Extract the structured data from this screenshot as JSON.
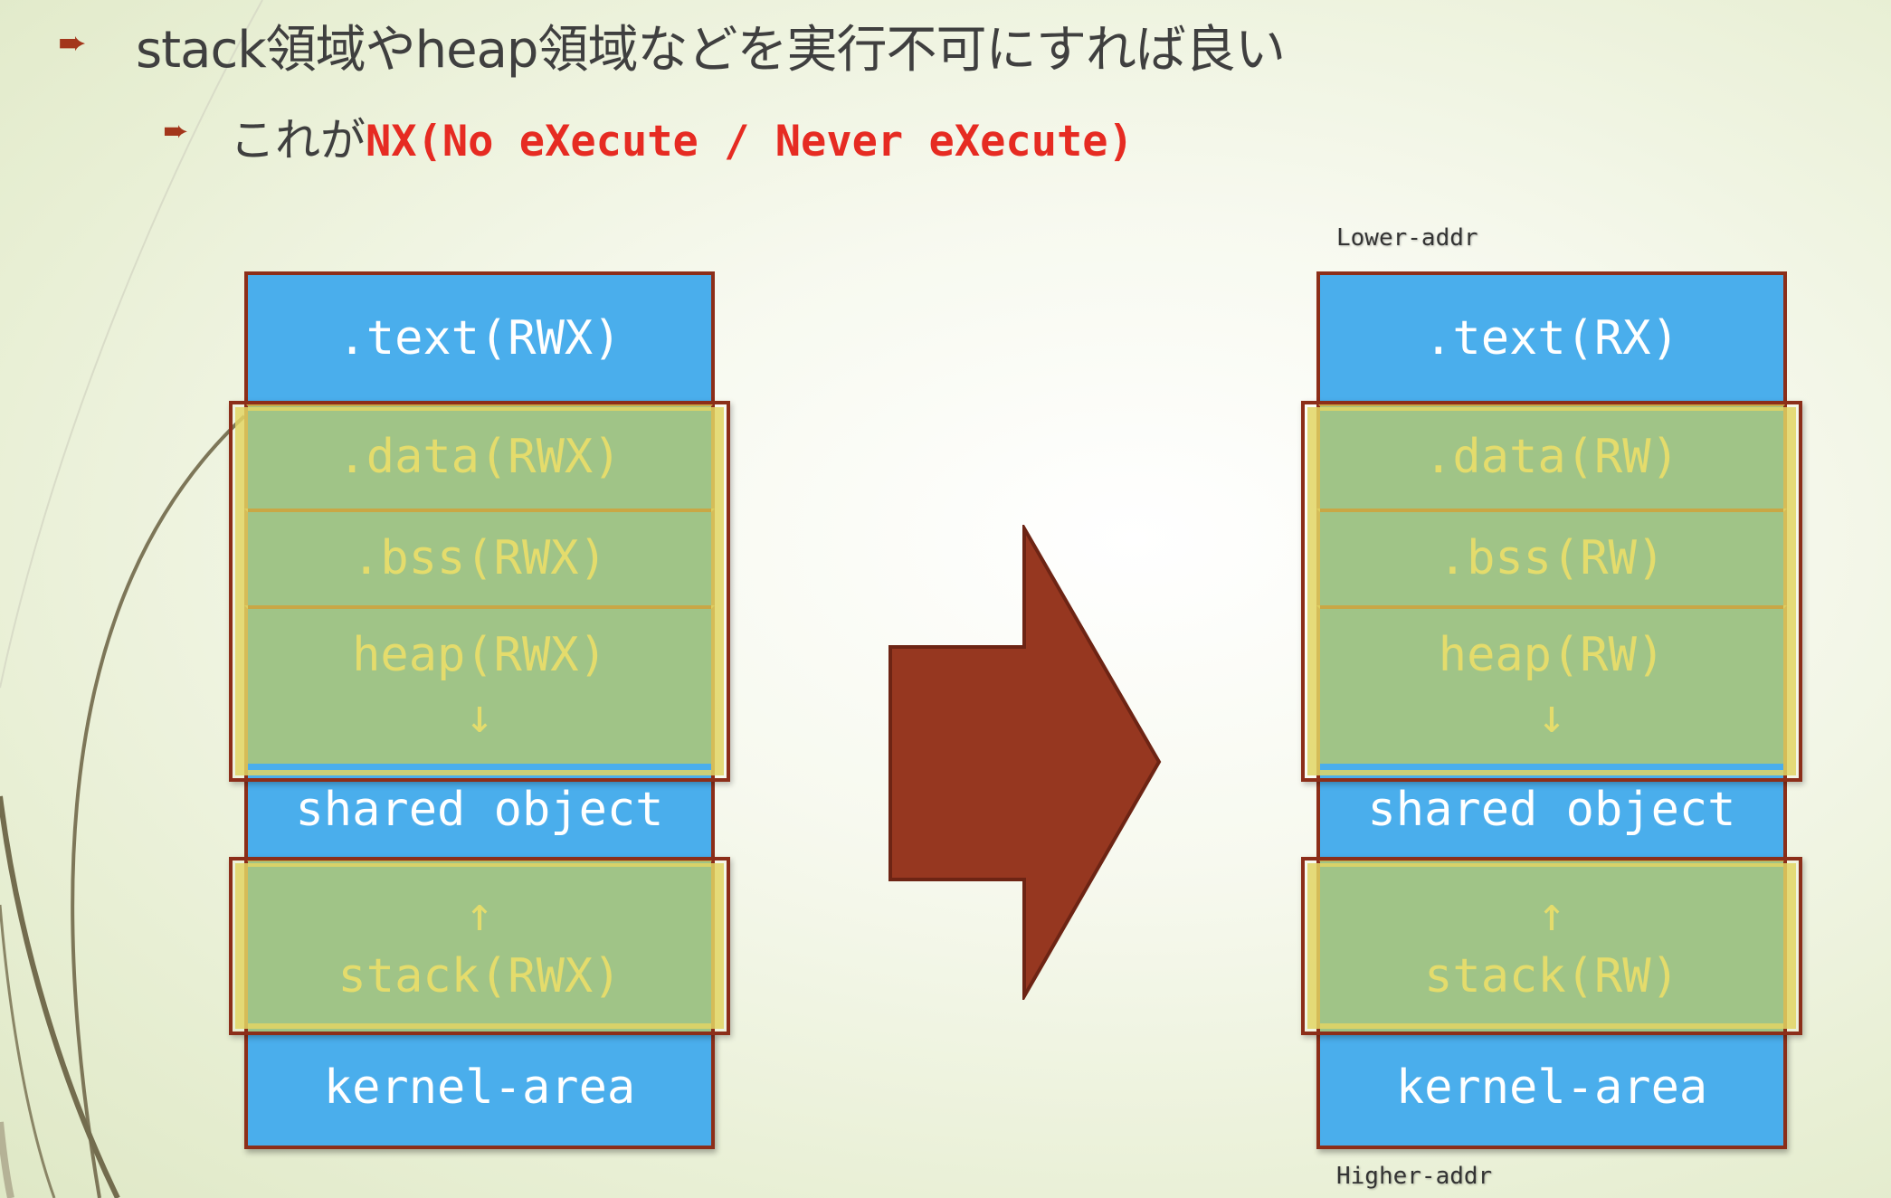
{
  "bullets": {
    "level1": "stack領域やheap領域などを実行不可にすれば良い",
    "level2_prefix": "これが",
    "level2_highlight": "NX(No eXecute / Never eXecute)"
  },
  "colors": {
    "accent": "#e62b22",
    "bullet": "#a3361b",
    "segment_blue": "#4aaeec",
    "segment_green": "#a0c487",
    "arrow": "#963720"
  },
  "icons": {
    "bullet": "arrow-bullet-icon",
    "transition": "right-arrow-icon"
  },
  "address_labels": {
    "lower": "Lower-addr",
    "higher": "Higher-addr"
  },
  "before": {
    "text": ".text(RWX)",
    "data": ".data(RWX)",
    "bss": ".bss(RWX)",
    "heap": "heap(RWX)",
    "heap_arrow": "↓",
    "shared": "shared object",
    "stack_arrow": "↑",
    "stack": "stack(RWX)",
    "kernel": "kernel-area"
  },
  "after": {
    "text": ".text(RX)",
    "data": ".data(RW)",
    "bss": ".bss(RW)",
    "heap": "heap(RW)",
    "heap_arrow": "↓",
    "shared": "shared object",
    "stack_arrow": "↑",
    "stack": "stack(RW)",
    "kernel": "kernel-area"
  }
}
